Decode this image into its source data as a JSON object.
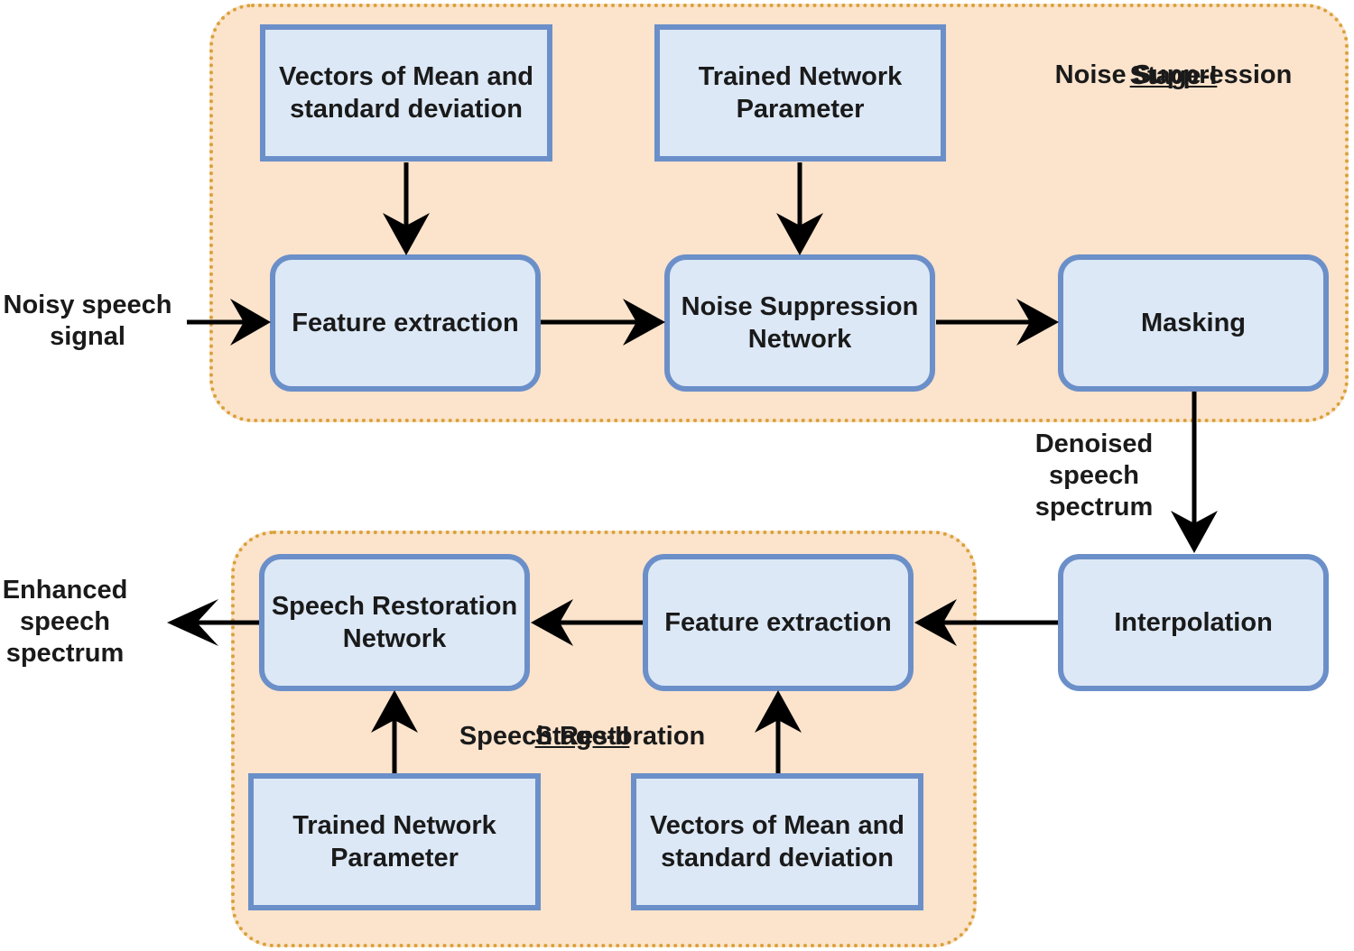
{
  "stage1": {
    "title": "Stage-I",
    "subtitle": "Noise Suppression",
    "vectors": "Vectors of Mean and\nstandard deviation",
    "trained": "Trained Network\nParameter",
    "feature": "Feature extraction",
    "network": "Noise Suppression\nNetwork",
    "masking": "Masking"
  },
  "input_label": "Noisy speech\nsignal",
  "denoised_label": "Denoised\nspeech\nspectrum",
  "interpolation": "Interpolation",
  "stage2": {
    "title": "Stage-II",
    "subtitle": "Speech Restoration",
    "restoration": "Speech Restoration\nNetwork",
    "feature": "Feature extraction",
    "trained": "Trained Network\nParameter",
    "vectors": "Vectors of Mean and\nstandard deviation"
  },
  "output_label": "Enhanced\nspeech\nspectrum",
  "colors": {
    "stage_fill": "#fbe3cc",
    "stage_border": "#d9a23a",
    "box_fill": "#dce8f6",
    "box_border": "#6b8fc8",
    "arrow": "#000000"
  }
}
